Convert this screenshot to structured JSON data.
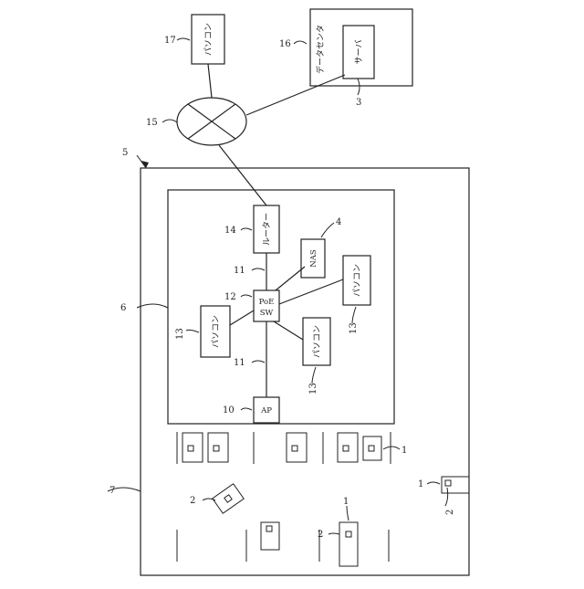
{
  "labels": {
    "pc": "パソコン",
    "datacenter": "データセンタ",
    "server": "サーバ",
    "router": "ルーター",
    "nas": "NAS",
    "poe_line1": "PoE",
    "poe_line2": "SW",
    "ap": "AP"
  },
  "refs": {
    "terminal": "1",
    "tag": "2",
    "server": "3",
    "nas": "4",
    "facility": "5",
    "office": "6",
    "area": "7",
    "ap": "10",
    "cable": "11",
    "poe_switch": "12",
    "pc": "13",
    "router": "14",
    "network": "15",
    "datacenter": "16",
    "remote_pc": "17"
  }
}
